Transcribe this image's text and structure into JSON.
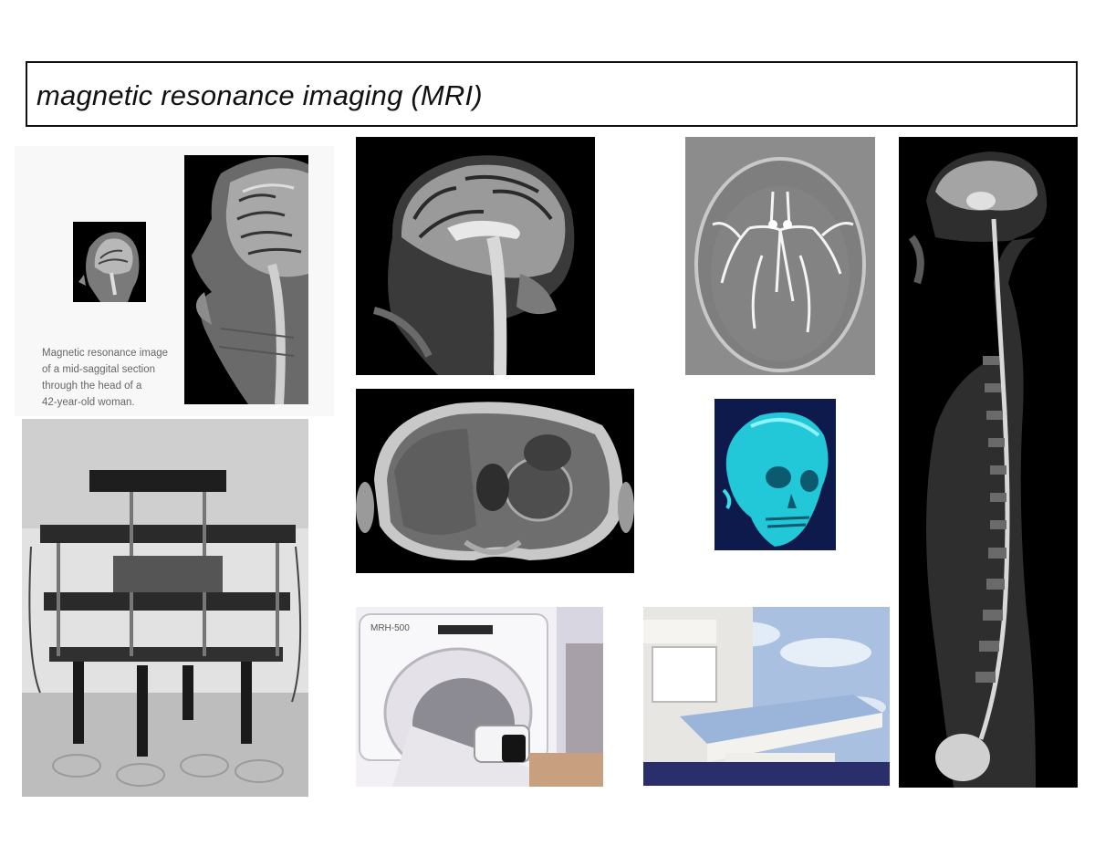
{
  "slide": {
    "title": "magnetic resonance imaging (MRI)"
  },
  "caption": {
    "text": "Magnetic resonance image\nof a mid-saggital section\nthrough the head of a\n42-year-old woman."
  },
  "images": [
    {
      "name": "small-head-scan-thumbnail",
      "subject": "head mri thumbnail"
    },
    {
      "name": "head-sagittal-closeup",
      "subject": "sagittal head mri closeup"
    },
    {
      "name": "brain-sagittal-mri",
      "subject": "brain sagittal mri"
    },
    {
      "name": "brain-angiography",
      "subject": "brain vessels angiogram"
    },
    {
      "name": "full-body-spine-sagittal",
      "subject": "whole spine sagittal mri"
    },
    {
      "name": "early-mri-apparatus-photo",
      "subject": "early mri apparatus"
    },
    {
      "name": "abdomen-axial-mri",
      "subject": "abdominal axial mri"
    },
    {
      "name": "skull-3d-render",
      "subject": "3d skull render"
    },
    {
      "name": "mri-scanner-photo",
      "subject": "mri scanner"
    },
    {
      "name": "open-mri-scanner-photo",
      "subject": "open mri scanner"
    }
  ]
}
